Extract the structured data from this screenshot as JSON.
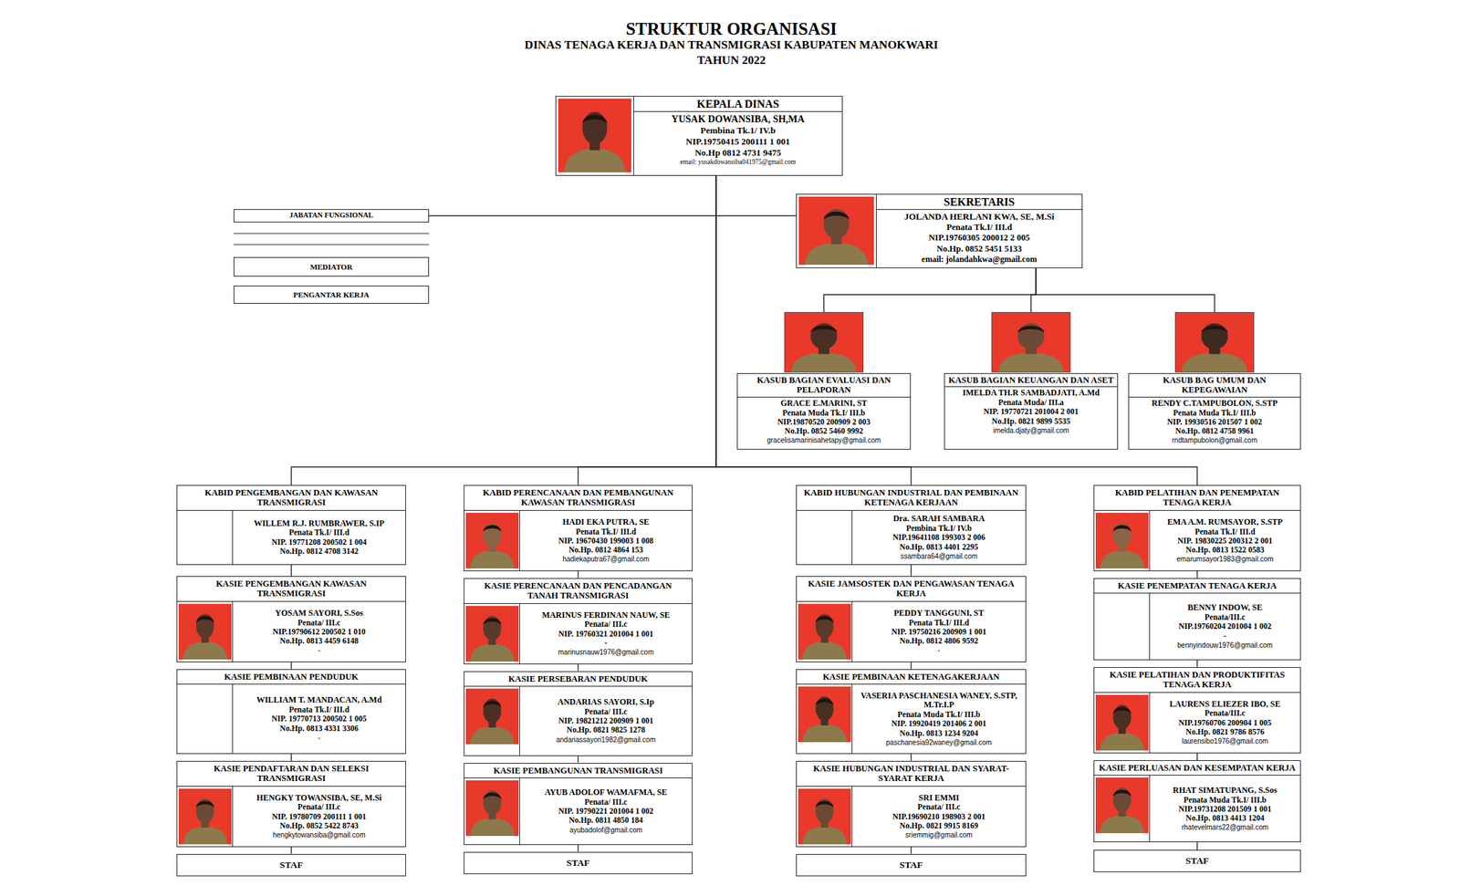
{
  "diagram": {
    "title": "STRUKTUR ORGANISASI",
    "nodes": [
      {
        "text": [
          "KEPALA DINAS",
          "YUSAK DOWANSIBA, SH,MA",
          "Pembina Tk.1/ IV.b",
          "NIP.19750415 200111 1 001",
          "No.Hp 0812 4731 9475",
          "email: yusakdowansiba041975@gmail.com"
        ]
      },
      {
        "text": [
          "SEKRETARIS",
          "JOLANDA HERLANI KWA, SE, M.Si",
          "Penata Tk.I/ III.d",
          "NIP.19760305 200012 2 005",
          "No.Hp. 0852 5451 5133",
          "email: jolandahkwa@gmail.com"
        ]
      },
      {
        "text": [
          "JABATAN FUNGSIONAL"
        ]
      },
      {
        "text": [
          "MEDIATOR"
        ]
      },
      {
        "text": [
          "PENGANTAR KERJA"
        ]
      },
      {
        "text": [
          "KASUB BAGIAN EVALUASI DAN PELAPORAN",
          "GRACE E.MARINI, ST",
          "Penata Muda Tk.I/ III.b",
          "NIP.19870520 200909 2 003",
          "No.Hp. 0852 5460 9992",
          "gracelisamarinisahetapy@gmail.com"
        ]
      },
      {
        "text": [
          "KASUB BAGIAN KEUANGAN DAN ASET",
          "IMELDA TH.R SAMBADJATI, A.Md",
          "Penata Muda/ III.a",
          "NIP. 19770721 201004 2 001",
          "No.Hp. 0821 9899 5535",
          "imelda.djaty@gmail.com"
        ]
      },
      {
        "text": [
          "KASUB BAG UMUM DAN KEPEGAWAIAN",
          "RENDY C.TAMPUBOLON, S.STP",
          "Penata Muda Tk.I/ III.b",
          "NIP. 19930516 201507 1 002",
          "No.Hp. 0812 4758 9961",
          "rndtampubolon@gmail.com"
        ]
      },
      {
        "text": [
          "KABID PENGEMBANGAN DAN KAWASAN TRANSMIGRASI",
          "WILLEM R.J. RUMBRAWER, S.IP",
          "Penata Tk.I/ III.d",
          "NIP. 19771208 200502 1 004",
          "No.Hp. 0812 4708 3142"
        ]
      },
      {
        "text": [
          "KASIE PENGEMBANGAN KAWASAN TRANSMIGRASI",
          "YOSAM SAYORI, S.Sos",
          "Penata/ III.c",
          "NIP.19790612 200502 1 010",
          "No.Hp. 0813 4459 6148",
          "-"
        ]
      },
      {
        "text": [
          "KASIE PEMBINAAN PENDUDUK",
          "WILLIAM T. MANDACAN, A.Md",
          "Penata Tk.I/ III.d",
          "NIP. 19770713 200502 1 005",
          "No.Hp. 0813 4331 3306",
          "-"
        ]
      },
      {
        "text": [
          "KASIE PENDAFTARAN DAN SELEKSI TRANSMIGRASI",
          "HENGKY TOWANSIBA, SE, M.Si",
          "Penata/ III.c",
          "NIP. 19780709 200111 1 001",
          "No.Hp. 0852 5422 8743",
          "hengkytowansiba@gmail.com"
        ]
      },
      {
        "text": [
          "STAF"
        ]
      },
      {
        "text": [
          "KABID PERENCANAAN DAN PEMBANGUNAN KAWASAN TRANSMIGRASI",
          "HADI EKA PUTRA, SE",
          "Penata Tk.I/ III.d",
          "NIP. 19670430 199003 1 008",
          "No.Hp. 0812 4864 153",
          "hadiekaputra67@gmail.com"
        ]
      },
      {
        "text": [
          "KASIE PERENCANAAN DAN PENCADANGAN TANAH TRANSMIGRASI",
          "MARINUS FERDINAN NAUW, SE",
          "Penata/ III.c",
          "NIP. 19760321 201004 1 001",
          "-",
          "marinusnauw1976@gmail.com"
        ]
      },
      {
        "text": [
          "KASIE PERSEBARAN PENDUDUK",
          "ANDARIAS SAYORI, S.Ip",
          "Penata/ III.c",
          "NIP. 19821212 200909 1 001",
          "No.Hp. 0821 9825 1278",
          "andariassayori1982@gmail.com"
        ]
      },
      {
        "text": [
          "KASIE PEMBANGUNAN TRANSMIGRASI",
          "AYUB ADOLOF WAMAFMA, SE",
          "Penata/ III.c",
          "NIP. 19790221 201004 1 002",
          "No.Hp. 0811 4850 184",
          "ayubadolof@gmail.com"
        ]
      },
      {
        "text": [
          "STAF"
        ]
      },
      {
        "text": [
          "KABID HUBUNGAN INDUSTRIAL DAN PEMBINAAN KETENAGA KERJAAN",
          "Dra. SARAH SAMBARA",
          "Pembina Tk.I/ IV.b",
          "NIP.19641108 199303 2 006",
          "No.Hp. 0813 4401 2295",
          "ssambara64@gmail.com"
        ]
      },
      {
        "text": [
          "KASIE JAMSOSTEK DAN PENGAWASAN TENAGA KERJA",
          "PEDDY TANGGUNI, ST",
          "Penata Tk.I/ III.d",
          "NIP. 19750216 200909 1 001",
          "No.Hp. 0812 4806 9592",
          "-"
        ]
      },
      {
        "text": [
          "KASIE PEMBINAAN KETENAGAKERJAAN",
          "VASERIA PASCHANESIA WANEY, S.STP, M.Tr.I.P",
          "Penata Muda Tk.I/ III.b",
          "NIP. 19920419 201406 2 001",
          "No.Hp. 0813 1234 9204",
          "paschanesia92waney@gmail.com"
        ]
      },
      {
        "text": [
          "KASIE HUBUNGAN INDUSTRIAL DAN SYARAT-SYARAT KERJA",
          "SRI EMMI",
          "Penata/ III.c",
          "NIP.19690210 198903 2 001",
          "No.Hp. 0821 9915 8169",
          "sriemmig@gmail.com"
        ]
      },
      {
        "text": [
          "STAF"
        ]
      },
      {
        "text": [
          "KABID PELATIHAN DAN PENEMPATAN TENAGA KERJA",
          "EMA A.M. RUMSAYOR, S.STP",
          "Penata Tk.I/ III.d",
          "NIP. 19830225 200312 2 001",
          "No.Hp. 0813 1522 0583",
          "emarumsayor1983@gmail.com"
        ]
      },
      {
        "text": [
          "KASIE PENEMPATAN TENAGA KERJA",
          "BENNY INDOW, SE",
          "Penata/III.c",
          "NIP.19760204 201004 1 002",
          "-",
          "bennyindouw1976@gmail.com"
        ]
      },
      {
        "text": [
          "KASIE PELATIHAN DAN PRODUKTIFITAS TENAGA KERJA",
          "LAURENS ELIEZER IBO, SE",
          "Penata/III.c",
          "NIP.19760706 200904 1 005",
          "No.Hp. 0821 9786 8576",
          "laurensibo1976@gmail.com"
        ]
      },
      {
        "text": [
          "KASIE PERLUASAN DAN KESEMPATAN KERJA",
          "RHAT SIMATUPANG, S.Sos",
          "Penata Muda Tk.I/ III.b",
          "NIP.19731208 201509 1 001",
          "No.Hp. 0813 4413 1204",
          "rhatevelmars22@gmail.com"
        ]
      },
      {
        "text": [
          "STAF"
        ]
      }
    ],
    "edges": [
      {
        "from": 0,
        "to": 1,
        "arrow": "none"
      },
      {
        "from": 0,
        "to": 2,
        "arrow": "none"
      },
      {
        "from": 1,
        "to": 5,
        "arrow": "none"
      },
      {
        "from": 1,
        "to": 6,
        "arrow": "none"
      },
      {
        "from": 1,
        "to": 7,
        "arrow": "none"
      },
      {
        "from": 0,
        "to": 8,
        "arrow": "none"
      },
      {
        "from": 0,
        "to": 13,
        "arrow": "none"
      },
      {
        "from": 0,
        "to": 18,
        "arrow": "none"
      },
      {
        "from": 0,
        "to": 23,
        "arrow": "none"
      },
      {
        "from": 8,
        "to": 9,
        "arrow": "none"
      },
      {
        "from": 9,
        "to": 10,
        "arrow": "none"
      },
      {
        "from": 10,
        "to": 11,
        "arrow": "none"
      },
      {
        "from": 11,
        "to": 12,
        "arrow": "none"
      },
      {
        "from": 13,
        "to": 14,
        "arrow": "none"
      },
      {
        "from": 14,
        "to": 15,
        "arrow": "none"
      },
      {
        "from": 15,
        "to": 16,
        "arrow": "none"
      },
      {
        "from": 16,
        "to": 17,
        "arrow": "none"
      },
      {
        "from": 18,
        "to": 19,
        "arrow": "none"
      },
      {
        "from": 19,
        "to": 20,
        "arrow": "none"
      },
      {
        "from": 20,
        "to": 21,
        "arrow": "none"
      },
      {
        "from": 21,
        "to": 22,
        "arrow": "none"
      },
      {
        "from": 23,
        "to": 24,
        "arrow": "none"
      },
      {
        "from": 24,
        "to": 25,
        "arrow": "none"
      },
      {
        "from": 25,
        "to": 26,
        "arrow": "none"
      },
      {
        "from": 26,
        "to": 27,
        "arrow": "none"
      }
    ],
    "labels": [
      "DINAS TENAGA KERJA DAN TRANSMIGRASI KABUPATEN MANOKWARI",
      "TAHUN 2022"
    ]
  }
}
